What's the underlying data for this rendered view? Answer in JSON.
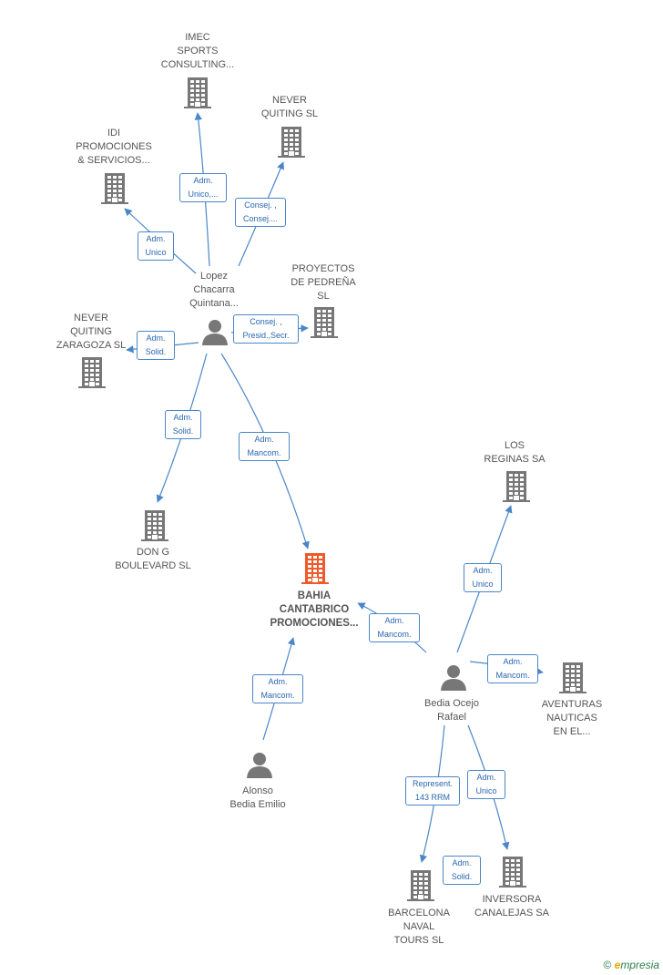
{
  "colors": {
    "edge": "#4a86c8",
    "building": "#777777",
    "building_main": "#ee5a2a",
    "person": "#777777"
  },
  "nodes": [
    {
      "id": "imec",
      "type": "company",
      "label": "IMEC\nSPORTS\nCONSULTING..."
    },
    {
      "id": "never_quiting",
      "type": "company",
      "label": "NEVER\nQUITING SL"
    },
    {
      "id": "idi",
      "type": "company",
      "label": "IDI\nPROMOCIONES\n& SERVICIOS..."
    },
    {
      "id": "lopez",
      "type": "person",
      "label": "Lopez\nChacarra\nQuintana..."
    },
    {
      "id": "proyectos",
      "type": "company",
      "label": "PROYECTOS\nDE PEDREÑA\nSL"
    },
    {
      "id": "never_zaragoza",
      "type": "company",
      "label": "NEVER\nQUITING\nZARAGOZA SL"
    },
    {
      "id": "don_g",
      "type": "company",
      "label": "DON G\nBOULEVARD  SL"
    },
    {
      "id": "los_reginas",
      "type": "company",
      "label": "LOS\nREGINAS SA"
    },
    {
      "id": "bahia",
      "type": "company_main",
      "label": "BAHIA\nCANTABRICO\nPROMOCIONES..."
    },
    {
      "id": "bedia_rafael",
      "type": "person",
      "label": "Bedia Ocejo\nRafael"
    },
    {
      "id": "aventuras",
      "type": "company",
      "label": "AVENTURAS\nNAUTICAS\nEN EL..."
    },
    {
      "id": "alonso",
      "type": "person",
      "label": "Alonso\nBedia Emilio"
    },
    {
      "id": "barcelona",
      "type": "company",
      "label": "BARCELONA\nNAVAL\nTOURS SL"
    },
    {
      "id": "inversora",
      "type": "company",
      "label": "INVERSORA\nCANALEJAS SA"
    }
  ],
  "edges": [
    {
      "id": "e1",
      "from": "lopez",
      "to": "imec",
      "label": "Adm.\nUnico,..."
    },
    {
      "id": "e2",
      "from": "lopez",
      "to": "never_quiting",
      "label": "Consej. ,\nConsej...."
    },
    {
      "id": "e3",
      "from": "lopez",
      "to": "idi",
      "label": "Adm.\nUnico"
    },
    {
      "id": "e4",
      "from": "lopez",
      "to": "proyectos",
      "label": "Consej. ,\nPresid.,Secr."
    },
    {
      "id": "e5",
      "from": "lopez",
      "to": "never_zaragoza",
      "label": "Adm.\nSolid."
    },
    {
      "id": "e6",
      "from": "lopez",
      "to": "don_g",
      "label": "Adm.\nSolid."
    },
    {
      "id": "e7",
      "from": "lopez",
      "to": "bahia",
      "label": "Adm.\nMancom."
    },
    {
      "id": "e8",
      "from": "bedia_rafael",
      "to": "los_reginas",
      "label": "Adm.\nUnico"
    },
    {
      "id": "e9",
      "from": "bedia_rafael",
      "to": "bahia",
      "label": "Adm.\nMancom."
    },
    {
      "id": "e10",
      "from": "bedia_rafael",
      "to": "aventuras",
      "label": "Adm.\nMancom."
    },
    {
      "id": "e11",
      "from": "alonso",
      "to": "bahia",
      "label": "Adm.\nMancom."
    },
    {
      "id": "e12",
      "from": "bedia_rafael",
      "to": "barcelona",
      "label": "Represent.\n143 RRM"
    },
    {
      "id": "e13",
      "from": "bedia_rafael",
      "to": "inversora",
      "label": "Adm.\nUnico"
    },
    {
      "id": "e14",
      "from": "bedia_rafael",
      "to": "barcelona",
      "label": "Adm.\nSolid."
    }
  ],
  "brand": {
    "symbol": "©",
    "e": "e",
    "rest": "mpresia"
  }
}
